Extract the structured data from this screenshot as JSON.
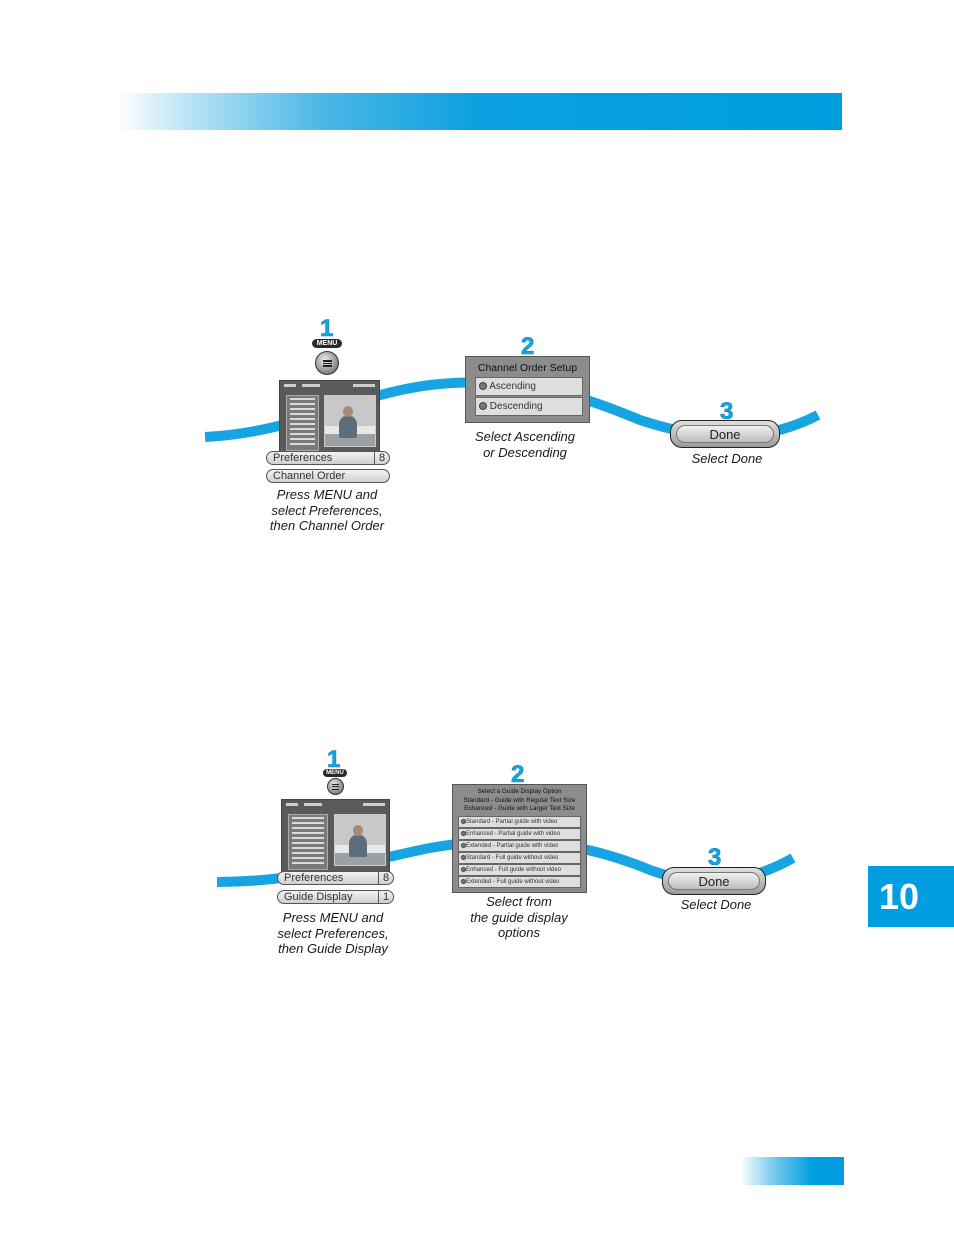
{
  "page": {
    "chapter_number": "10"
  },
  "colors": {
    "accent": "#009ee0",
    "step_number": "#17a5e3"
  },
  "section1": {
    "step1": {
      "number": "1",
      "menu_label": "MENU",
      "menu_icon": "menu-button-icon",
      "pref_label": "Preferences",
      "pref_number": "8",
      "sub_label": "Channel Order",
      "sub_number": "",
      "caption": [
        "Press MENU and",
        "select Preferences,",
        "then Channel Order"
      ]
    },
    "step2": {
      "number": "2",
      "panel_title": "Channel Order Setup",
      "options": [
        "Ascending",
        "Descending"
      ],
      "caption": [
        "Select Ascending",
        "or Descending"
      ]
    },
    "step3": {
      "number": "3",
      "done_label": "Done",
      "caption": [
        "Select Done"
      ]
    }
  },
  "section2": {
    "step1": {
      "number": "1",
      "menu_label": "MENU",
      "menu_icon": "menu-button-icon",
      "pref_label": "Preferences",
      "pref_number": "8",
      "sub_label": "Guide Display",
      "sub_number": "1",
      "caption": [
        "Press MENU and",
        "select Preferences,",
        "then Guide Display"
      ]
    },
    "step2": {
      "number": "2",
      "panel_title_lines": [
        "Select a Guide Display Option",
        "Standard - Guide with Regular Text Size",
        "Enhanced - Guide with Larger Text Size"
      ],
      "options": [
        "Standard - Partial guide with video",
        "Enhanced - Partial guide with video",
        "Extended - Partial guide with video",
        "Standard - Full guide without video",
        "Enhanced - Full guide without video",
        "Extended - Full guide without video"
      ],
      "caption": [
        "Select from",
        "the guide display",
        "options"
      ]
    },
    "step3": {
      "number": "3",
      "done_label": "Done",
      "caption": [
        "Select Done"
      ]
    }
  }
}
